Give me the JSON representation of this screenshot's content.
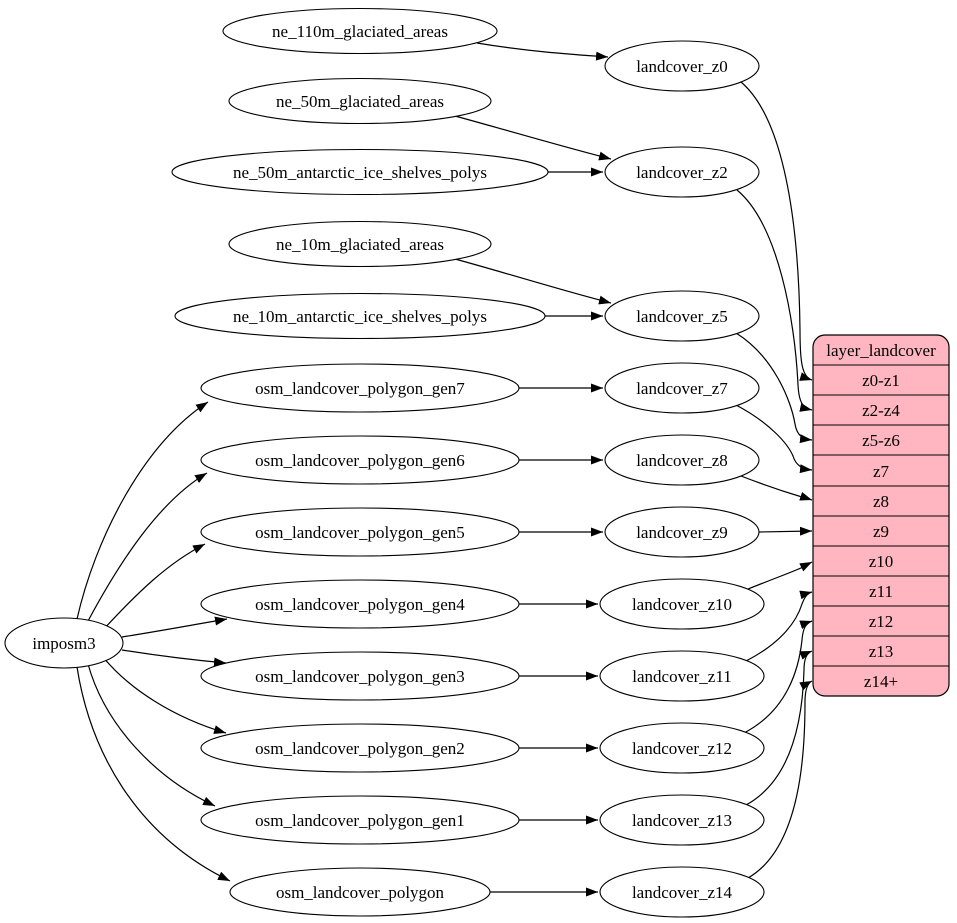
{
  "diagram": {
    "type": "dependency-graph",
    "background": "#ffffff",
    "node_fill": "#ffffff",
    "node_stroke": "#000000",
    "edge_color": "#000000",
    "table_fill": "#ffb6c1"
  },
  "nodes": {
    "imposm3": "imposm3",
    "ne_110m_glaciated_areas": "ne_110m_glaciated_areas",
    "ne_50m_glaciated_areas": "ne_50m_glaciated_areas",
    "ne_50m_antarctic_ice_shelves_polys": "ne_50m_antarctic_ice_shelves_polys",
    "ne_10m_glaciated_areas": "ne_10m_glaciated_areas",
    "ne_10m_antarctic_ice_shelves_polys": "ne_10m_antarctic_ice_shelves_polys",
    "osm_landcover_polygon_gen7": "osm_landcover_polygon_gen7",
    "osm_landcover_polygon_gen6": "osm_landcover_polygon_gen6",
    "osm_landcover_polygon_gen5": "osm_landcover_polygon_gen5",
    "osm_landcover_polygon_gen4": "osm_landcover_polygon_gen4",
    "osm_landcover_polygon_gen3": "osm_landcover_polygon_gen3",
    "osm_landcover_polygon_gen2": "osm_landcover_polygon_gen2",
    "osm_landcover_polygon_gen1": "osm_landcover_polygon_gen1",
    "osm_landcover_polygon": "osm_landcover_polygon",
    "landcover_z0": "landcover_z0",
    "landcover_z2": "landcover_z2",
    "landcover_z5": "landcover_z5",
    "landcover_z7": "landcover_z7",
    "landcover_z8": "landcover_z8",
    "landcover_z9": "landcover_z9",
    "landcover_z10": "landcover_z10",
    "landcover_z11": "landcover_z11",
    "landcover_z12": "landcover_z12",
    "landcover_z13": "landcover_z13",
    "landcover_z14": "landcover_z14"
  },
  "table": {
    "title": "layer_landcover",
    "rows": [
      "z0-z1",
      "z2-z4",
      "z5-z6",
      "z7",
      "z8",
      "z9",
      "z10",
      "z11",
      "z12",
      "z13",
      "z14+"
    ]
  },
  "edges": [
    {
      "from": "imposm3",
      "to": "osm_landcover_polygon_gen7"
    },
    {
      "from": "imposm3",
      "to": "osm_landcover_polygon_gen6"
    },
    {
      "from": "imposm3",
      "to": "osm_landcover_polygon_gen5"
    },
    {
      "from": "imposm3",
      "to": "osm_landcover_polygon_gen4"
    },
    {
      "from": "imposm3",
      "to": "osm_landcover_polygon_gen3"
    },
    {
      "from": "imposm3",
      "to": "osm_landcover_polygon_gen2"
    },
    {
      "from": "imposm3",
      "to": "osm_landcover_polygon_gen1"
    },
    {
      "from": "imposm3",
      "to": "osm_landcover_polygon"
    },
    {
      "from": "ne_110m_glaciated_areas",
      "to": "landcover_z0"
    },
    {
      "from": "ne_50m_glaciated_areas",
      "to": "landcover_z2"
    },
    {
      "from": "ne_50m_antarctic_ice_shelves_polys",
      "to": "landcover_z2"
    },
    {
      "from": "ne_10m_glaciated_areas",
      "to": "landcover_z5"
    },
    {
      "from": "ne_10m_antarctic_ice_shelves_polys",
      "to": "landcover_z5"
    },
    {
      "from": "osm_landcover_polygon_gen7",
      "to": "landcover_z7"
    },
    {
      "from": "osm_landcover_polygon_gen6",
      "to": "landcover_z8"
    },
    {
      "from": "osm_landcover_polygon_gen5",
      "to": "landcover_z9"
    },
    {
      "from": "osm_landcover_polygon_gen4",
      "to": "landcover_z10"
    },
    {
      "from": "osm_landcover_polygon_gen3",
      "to": "landcover_z11"
    },
    {
      "from": "osm_landcover_polygon_gen2",
      "to": "landcover_z12"
    },
    {
      "from": "osm_landcover_polygon_gen1",
      "to": "landcover_z13"
    },
    {
      "from": "osm_landcover_polygon",
      "to": "landcover_z14"
    },
    {
      "from": "landcover_z0",
      "to": "layer_landcover:z0-z1"
    },
    {
      "from": "landcover_z2",
      "to": "layer_landcover:z2-z4"
    },
    {
      "from": "landcover_z5",
      "to": "layer_landcover:z5-z6"
    },
    {
      "from": "landcover_z7",
      "to": "layer_landcover:z7"
    },
    {
      "from": "landcover_z8",
      "to": "layer_landcover:z8"
    },
    {
      "from": "landcover_z9",
      "to": "layer_landcover:z9"
    },
    {
      "from": "landcover_z10",
      "to": "layer_landcover:z10"
    },
    {
      "from": "landcover_z11",
      "to": "layer_landcover:z11"
    },
    {
      "from": "landcover_z12",
      "to": "layer_landcover:z12"
    },
    {
      "from": "landcover_z13",
      "to": "layer_landcover:z13"
    },
    {
      "from": "landcover_z14",
      "to": "layer_landcover:z14+"
    }
  ]
}
